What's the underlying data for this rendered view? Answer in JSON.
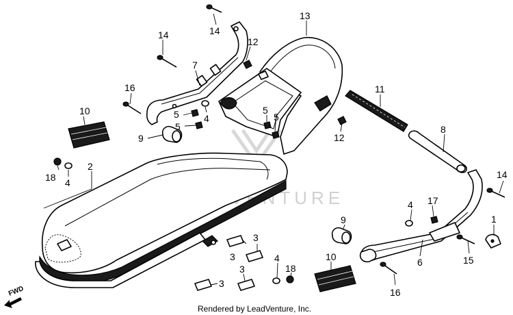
{
  "watermark": "LEADVENTURE",
  "credit": "Rendered by LeadVenture, Inc.",
  "fwd_label": "FWD",
  "callouts": [
    {
      "id": "c14a",
      "label": "14"
    },
    {
      "id": "c14b",
      "label": "14"
    },
    {
      "id": "c12a",
      "label": "12"
    },
    {
      "id": "c13",
      "label": "13"
    },
    {
      "id": "c7",
      "label": "7"
    },
    {
      "id": "c16a",
      "label": "16"
    },
    {
      "id": "c10a",
      "label": "10"
    },
    {
      "id": "c5a",
      "label": "5"
    },
    {
      "id": "c4a",
      "label": "4"
    },
    {
      "id": "c5b",
      "label": "5"
    },
    {
      "id": "c5c",
      "label": "5"
    },
    {
      "id": "c5d",
      "label": "5"
    },
    {
      "id": "c11",
      "label": "11"
    },
    {
      "id": "c9a",
      "label": "9"
    },
    {
      "id": "c12b",
      "label": "12"
    },
    {
      "id": "c8",
      "label": "8"
    },
    {
      "id": "c2",
      "label": "2"
    },
    {
      "id": "c18a",
      "label": "18"
    },
    {
      "id": "c4b",
      "label": "4"
    },
    {
      "id": "c14c",
      "label": "14"
    },
    {
      "id": "c4c",
      "label": "4"
    },
    {
      "id": "c17",
      "label": "17"
    },
    {
      "id": "c1",
      "label": "1"
    },
    {
      "id": "c9b",
      "label": "9"
    },
    {
      "id": "c3a",
      "label": "3"
    },
    {
      "id": "c3b",
      "label": "3"
    },
    {
      "id": "c3c",
      "label": "3"
    },
    {
      "id": "c3d",
      "label": "3"
    },
    {
      "id": "c6",
      "label": "6"
    },
    {
      "id": "c15",
      "label": "15"
    },
    {
      "id": "c4d",
      "label": "4"
    },
    {
      "id": "c18b",
      "label": "18"
    },
    {
      "id": "c10b",
      "label": "10"
    },
    {
      "id": "c16b",
      "label": "16"
    }
  ]
}
